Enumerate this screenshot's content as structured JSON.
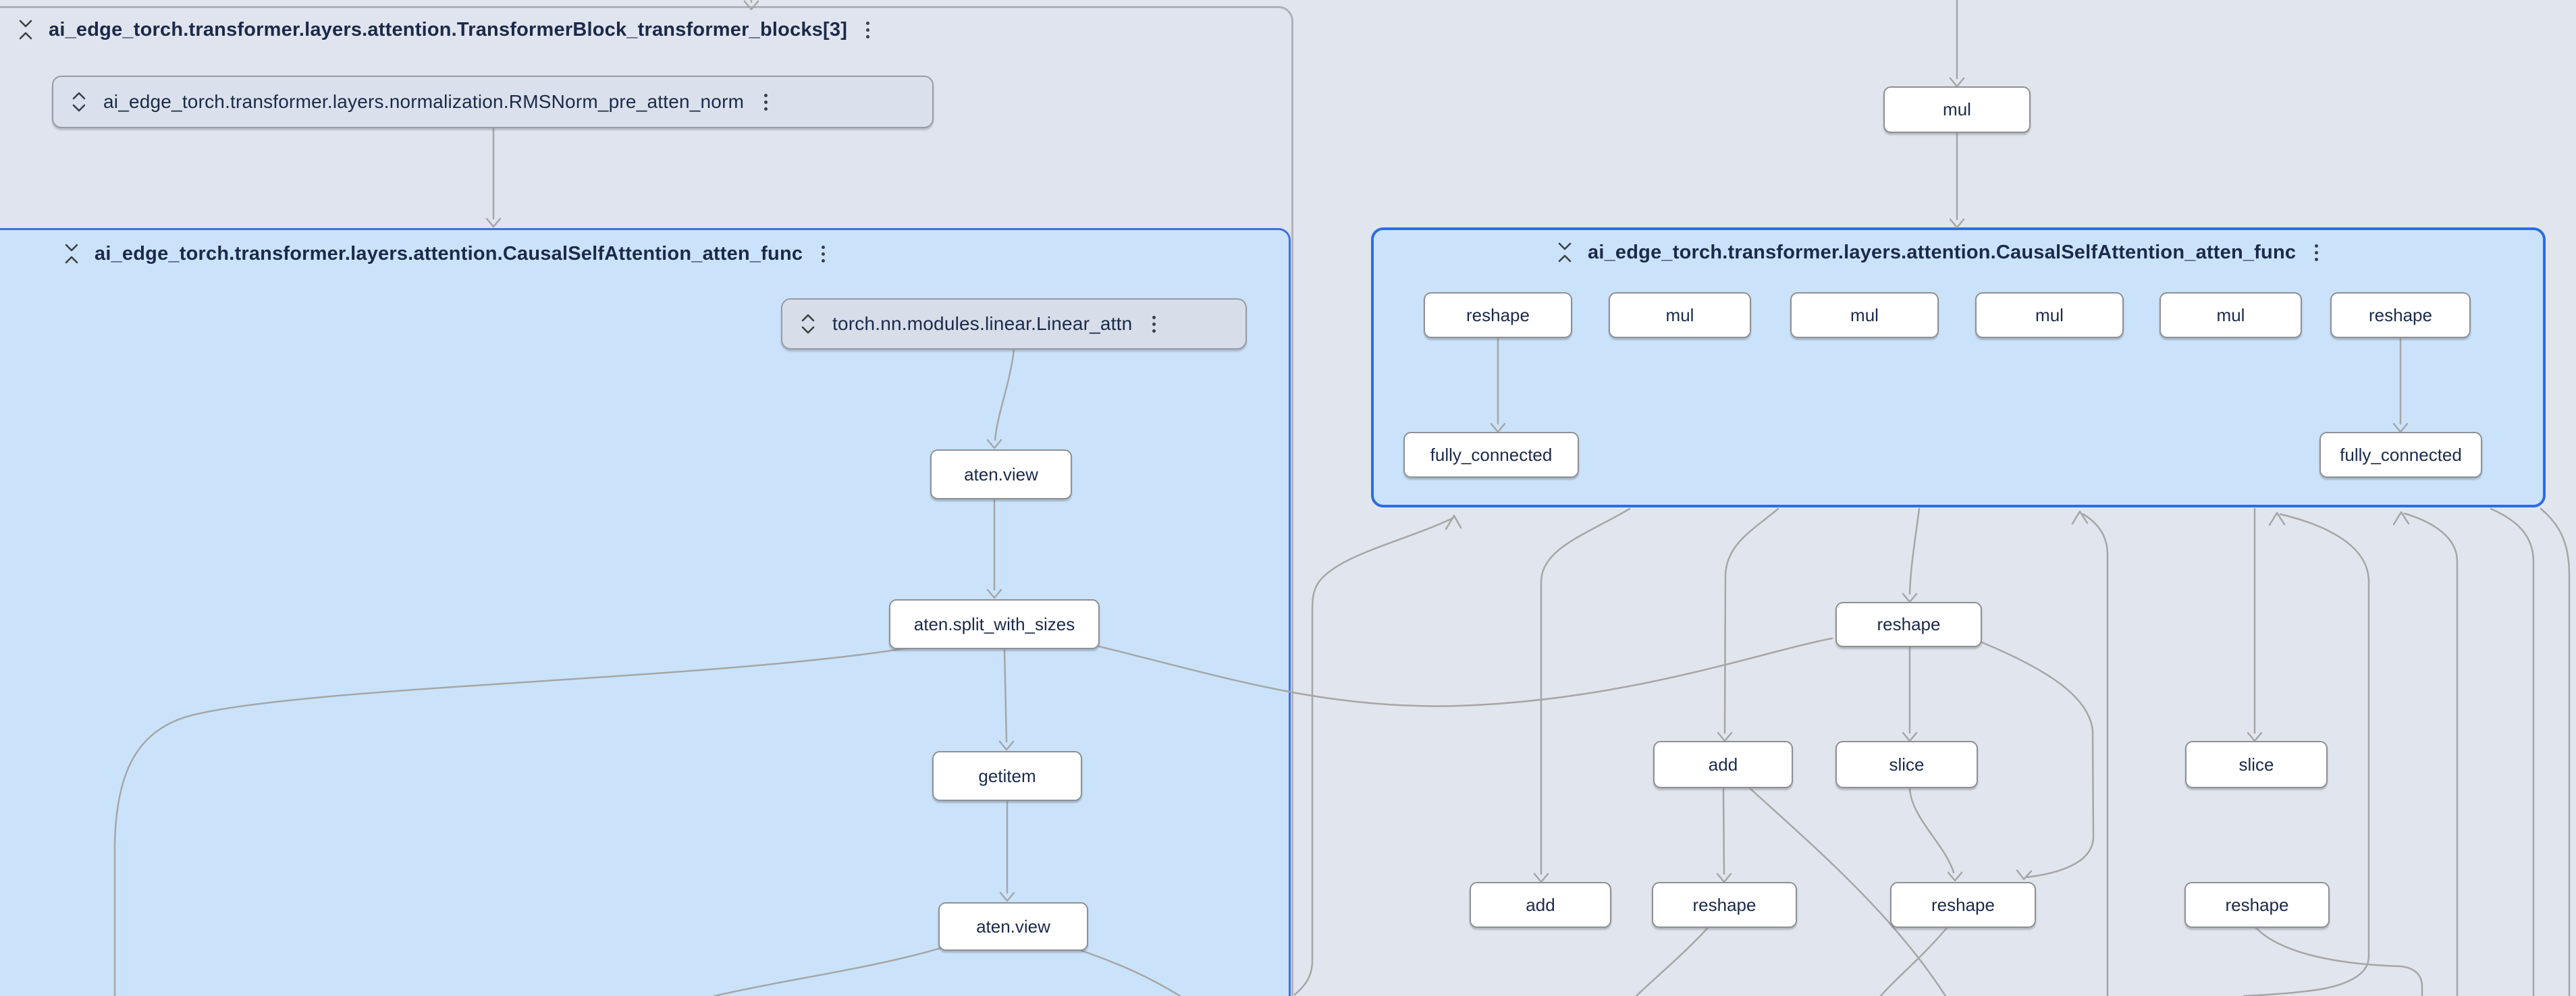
{
  "colors": {
    "canvas_bg": "#e1e5ee",
    "group_fill": "#cae3fb",
    "selected_group_border": "#2e6ce4",
    "mapped_group_border": "#3c71e0",
    "container_group_border": "#aeb2b8",
    "node_fill": "#ffffff",
    "collapsed_node_fill": "#dbe1ec",
    "node_border": "#8e9094",
    "node_text": "#1b2a4a",
    "edge": "#a6a6a6"
  },
  "icons": {
    "collapse": "unfold-less-icon",
    "expand": "unfold-more-icon",
    "menu": "kebab-vertical-icon"
  },
  "left_pane": {
    "transformer_block": {
      "label": "ai_edge_torch.transformer.layers.attention.TransformerBlock_transformer_blocks[3]"
    },
    "rmsnorm": {
      "label": "ai_edge_torch.transformer.layers.normalization.RMSNorm_pre_atten_norm"
    },
    "causal_group": {
      "label": "ai_edge_torch.transformer.layers.attention.CausalSelfAttention_atten_func"
    },
    "linear": {
      "label": "torch.nn.modules.linear.Linear_attn"
    },
    "ops": [
      {
        "label": "aten.view"
      },
      {
        "label": "aten.split_with_sizes"
      },
      {
        "label": "getitem"
      },
      {
        "label": "aten.view"
      }
    ]
  },
  "right_pane": {
    "mul": {
      "label": "mul"
    },
    "causal_group": {
      "label": "ai_edge_torch.transformer.layers.attention.CausalSelfAttention_atten_func"
    },
    "row1": [
      {
        "label": "reshape"
      },
      {
        "label": "mul"
      },
      {
        "label": "mul"
      },
      {
        "label": "mul"
      },
      {
        "label": "mul"
      },
      {
        "label": "reshape"
      }
    ],
    "fc": [
      {
        "label": "fully_connected"
      },
      {
        "label": "fully_connected"
      }
    ],
    "mid_reshape": {
      "label": "reshape"
    },
    "row3": [
      {
        "label": "add"
      },
      {
        "label": "slice"
      },
      {
        "label": "slice"
      }
    ],
    "row4": [
      {
        "label": "add"
      },
      {
        "label": "reshape"
      },
      {
        "label": "reshape"
      },
      {
        "label": "reshape"
      }
    ]
  }
}
